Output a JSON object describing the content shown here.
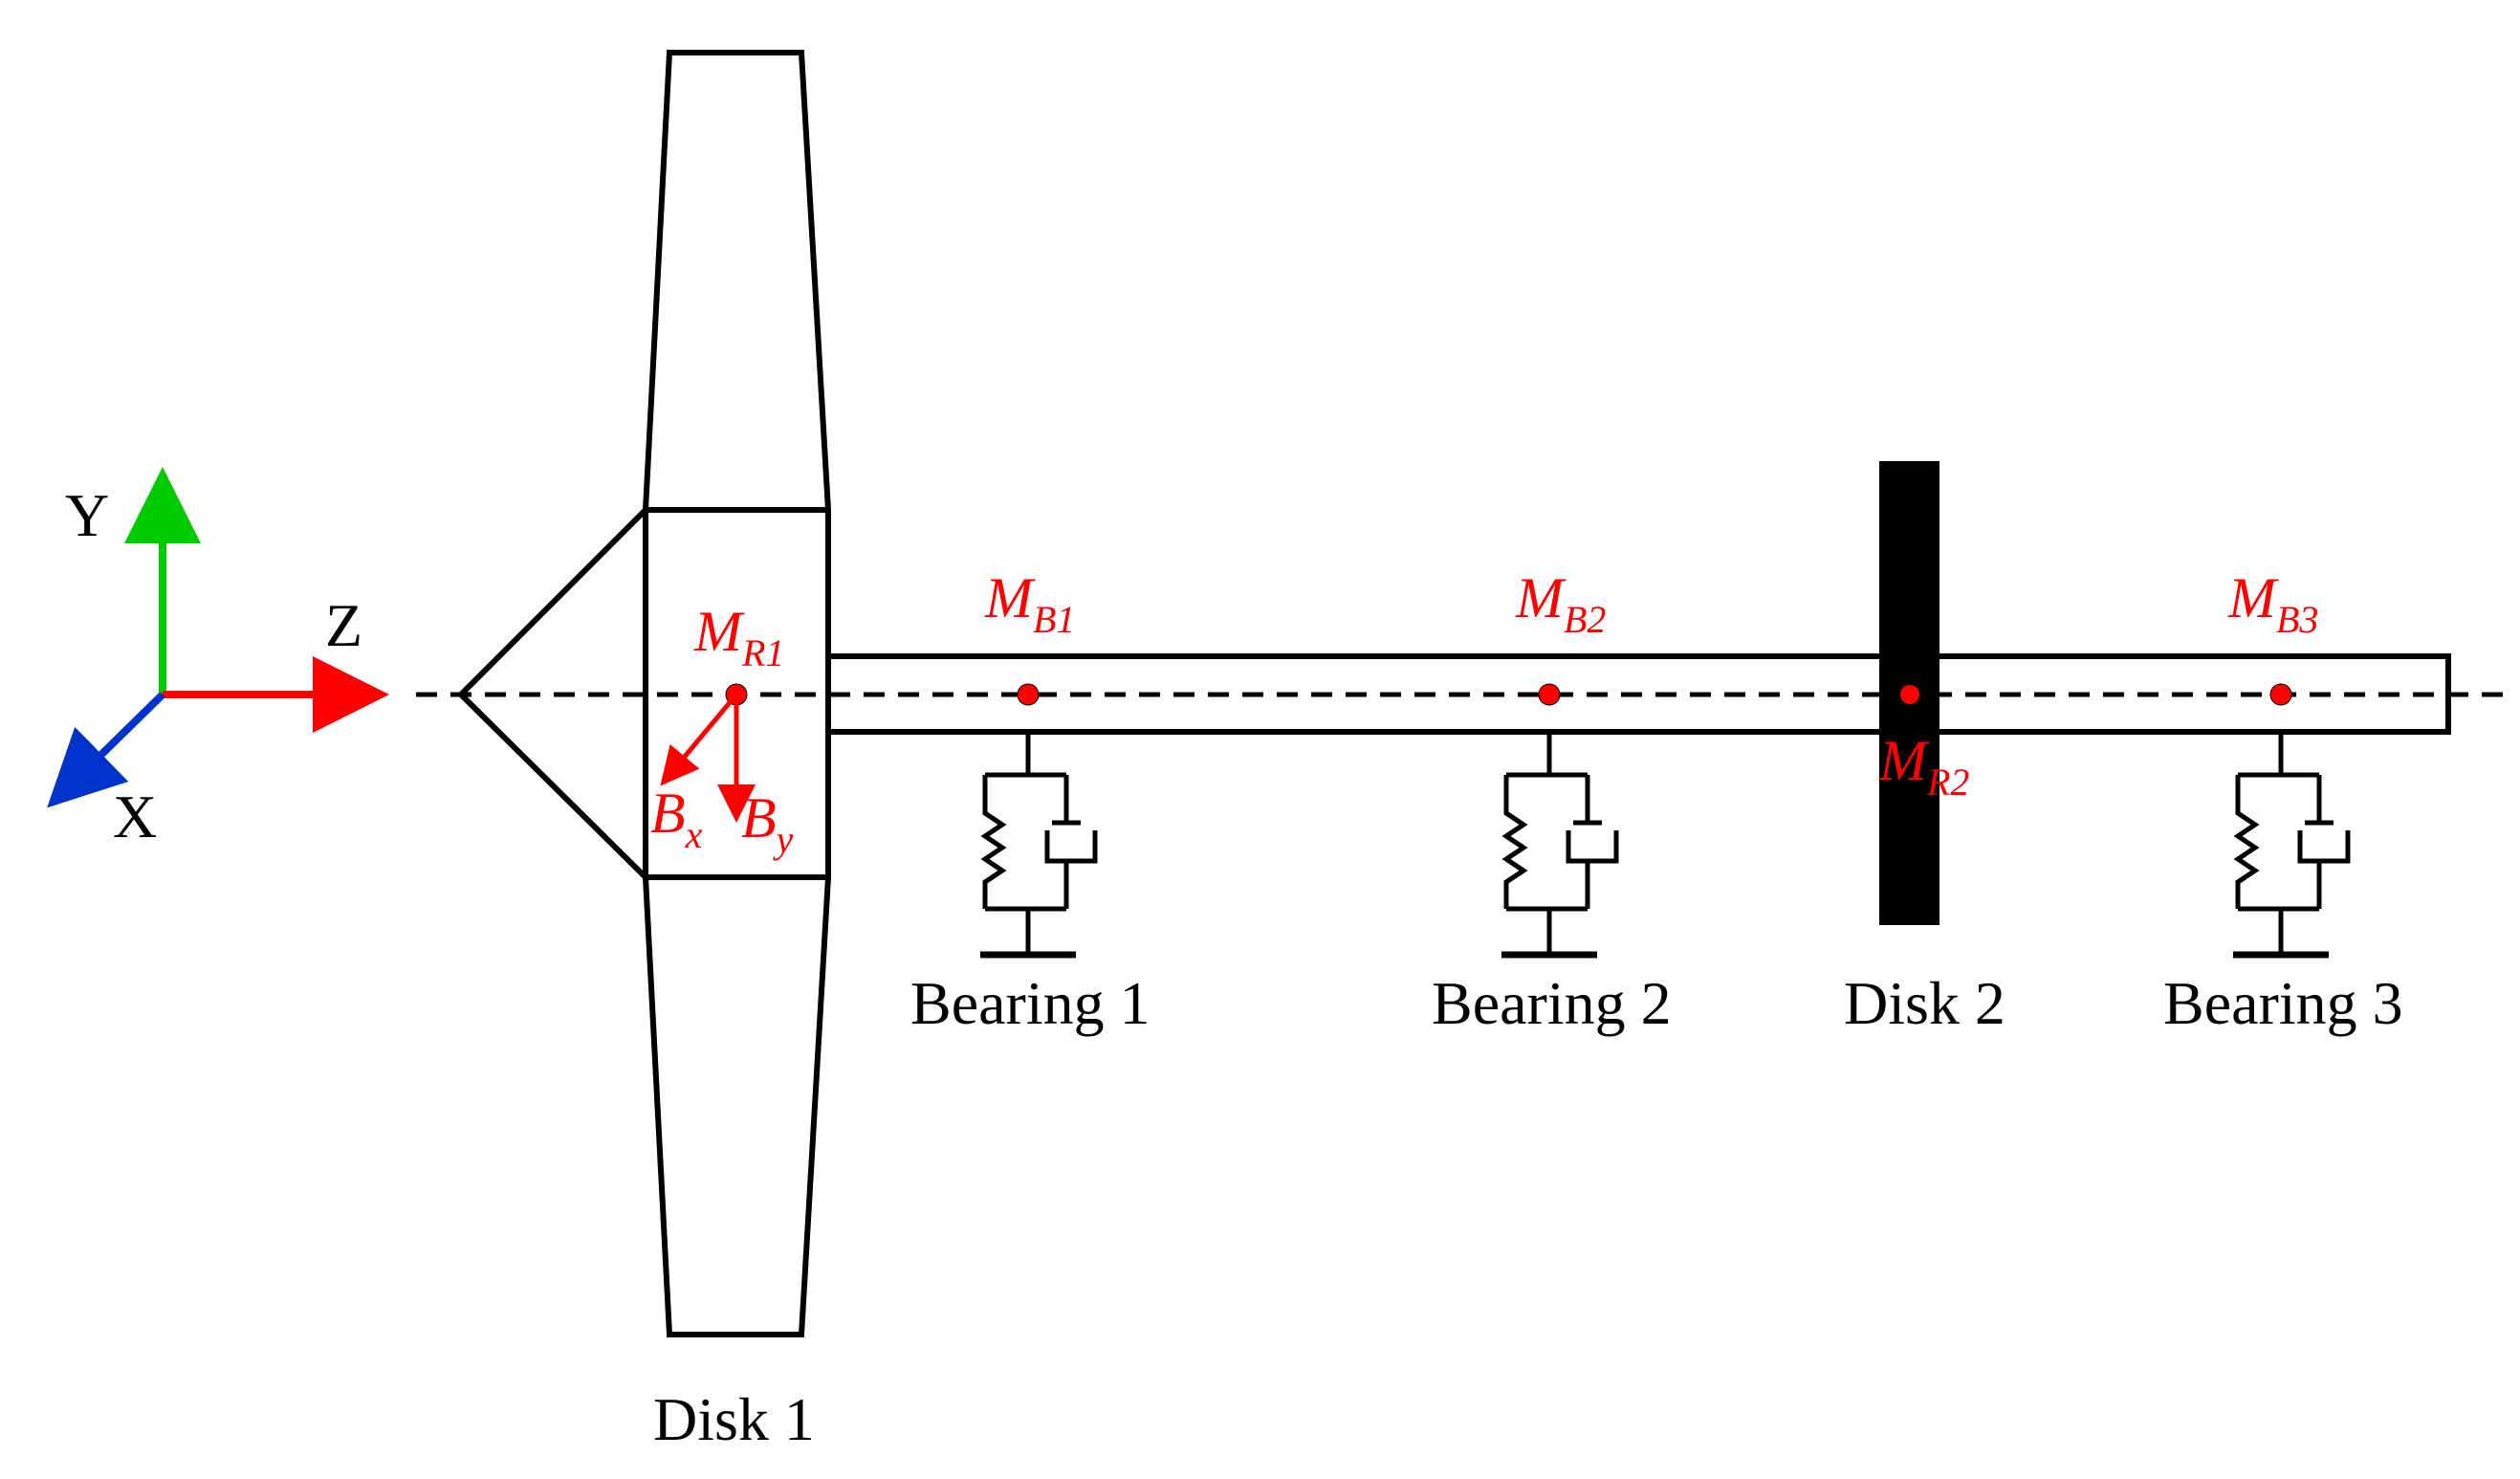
{
  "axes": {
    "y_label": "Y",
    "z_label": "Z",
    "x_label": "X",
    "colors": {
      "y": "#00cc00",
      "z": "#ff0000",
      "x": "#0033cc"
    }
  },
  "disk1": {
    "label": "Disk 1",
    "mass_main": "M",
    "mass_sub": "R1"
  },
  "forces": {
    "bx_main": "B",
    "bx_sub": "x",
    "by_main": "B",
    "by_sub": "y"
  },
  "disk2": {
    "label": "Disk 2",
    "mass_main": "M",
    "mass_sub": "R2",
    "color": "#000000"
  },
  "bearings": [
    {
      "label": "Bearing 1",
      "mass_main": "M",
      "mass_sub": "B1"
    },
    {
      "label": "Bearing 2",
      "mass_main": "M",
      "mass_sub": "B2"
    },
    {
      "label": "Bearing 3",
      "mass_main": "M",
      "mass_sub": "B3"
    }
  ],
  "accent": "#ff0000"
}
